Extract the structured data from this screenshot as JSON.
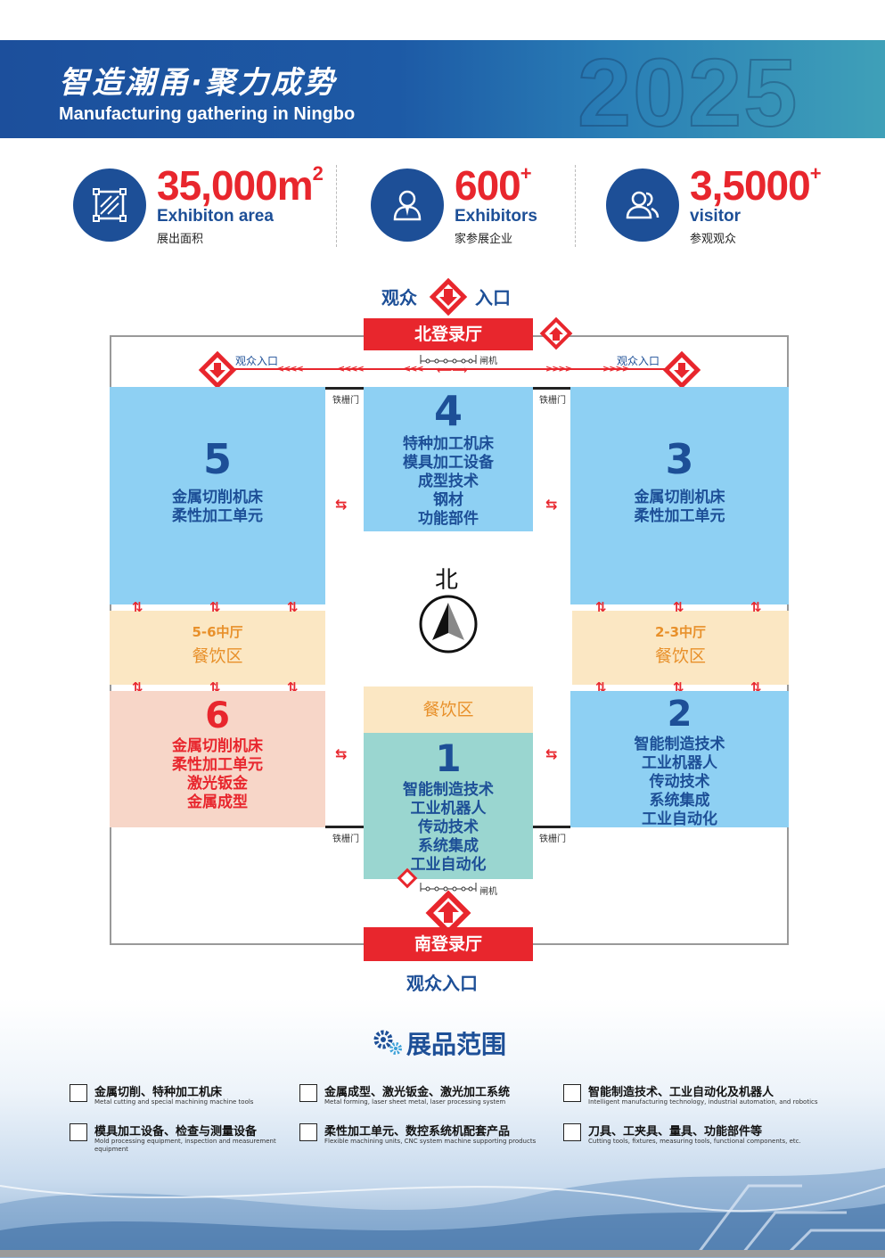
{
  "header": {
    "title_cn": "智造潮甬·聚力成势",
    "title_en": "Manufacturing gathering in Ningbo",
    "year": "2025"
  },
  "stats": [
    {
      "icon": "area-icon",
      "value": "35,000m",
      "sup": "2",
      "en": "Exhibiton area",
      "cn": "展出面积"
    },
    {
      "icon": "exhibitor-icon",
      "value": "600",
      "sup": "+",
      "en": "Exhibitors",
      "cn": "家参展企业"
    },
    {
      "icon": "visitor-icon",
      "value": "3,5000",
      "sup": "+",
      "en": "visitor",
      "cn": "参观观众"
    }
  ],
  "map": {
    "top_entrance_left": "观众",
    "top_entrance_right": "入口",
    "north_hall": "北登录厅",
    "side_entrance_left": "观众入口",
    "side_entrance_right": "观众入口",
    "turnstile": "闸机",
    "iron_gate": "铁栅门",
    "compass": "北",
    "south_hall": "南登录厅",
    "bottom_entrance": "观众入口",
    "zones": {
      "z5": {
        "num": "5",
        "lines": [
          "金属切削机床",
          "柔性加工单元"
        ]
      },
      "z4": {
        "num": "4",
        "lines": [
          "特种加工机床",
          "模具加工设备",
          "成型技术",
          "钢材",
          "功能部件"
        ]
      },
      "z3": {
        "num": "3",
        "lines": [
          "金属切削机床",
          "柔性加工单元"
        ]
      },
      "hall56": {
        "line1": "5-6中厅",
        "line2": "餐饮区"
      },
      "hall23": {
        "line1": "2-3中厅",
        "line2": "餐饮区"
      },
      "z6": {
        "num": "6",
        "lines": [
          "金属切削机床",
          "柔性加工单元",
          "激光钣金",
          "金属成型"
        ]
      },
      "dining": "餐饮区",
      "z1": {
        "num": "1",
        "lines": [
          "智能制造技术",
          "工业机器人",
          "传动技术",
          "系统集成",
          "工业自动化"
        ]
      },
      "z2": {
        "num": "2",
        "lines": [
          "智能制造技术",
          "工业机器人",
          "传动技术",
          "系统集成",
          "工业自动化"
        ]
      }
    }
  },
  "scope": {
    "title": "展品范围",
    "items": [
      {
        "cn": "金属切削、特种加工机床",
        "en": "Metal cutting and special machining machine tools"
      },
      {
        "cn": "金属成型、激光钣金、激光加工系统",
        "en": "Metal forming, laser sheet metal, laser processing system"
      },
      {
        "cn": "智能制造技术、工业自动化及机器人",
        "en": "Intelligent manufacturing technology, industrial automation, and robotics"
      },
      {
        "cn": "模具加工设备、检查与测量设备",
        "en": "Mold processing equipment, inspection and measurement equipment"
      },
      {
        "cn": "柔性加工单元、数控系统机配套产品",
        "en": "Flexible machining units, CNC system machine supporting products"
      },
      {
        "cn": "刀具、工夹具、量具、功能部件等",
        "en": "Cutting tools, fixtures, measuring tools, functional components, etc."
      }
    ]
  },
  "colors": {
    "brand_blue": "#1d4f97",
    "accent_red": "#e8262d",
    "zone_blue": "#8ed0f3",
    "zone_teal": "#9ad6d0",
    "zone_pink": "#f7d6c8",
    "zone_beige": "#fbe7c3"
  }
}
